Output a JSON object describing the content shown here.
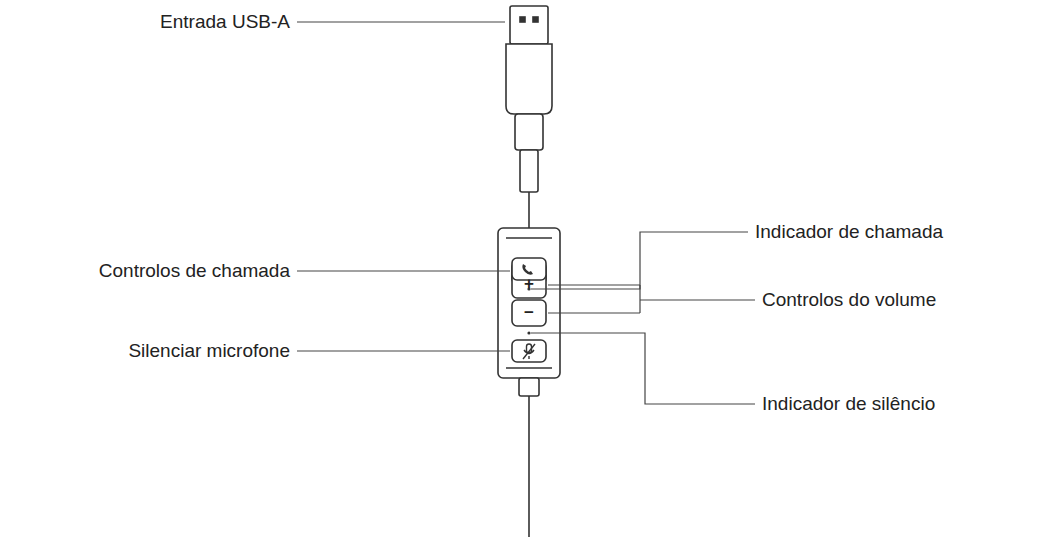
{
  "diagram": {
    "labels": [
      "Entrada USB-A",
      "Controlos de chamada",
      "Silenciar microfone",
      "Indicador de chamada",
      "Controlos do volume",
      "Indicador de silêncio",
      "+",
      "−"
    ]
  }
}
